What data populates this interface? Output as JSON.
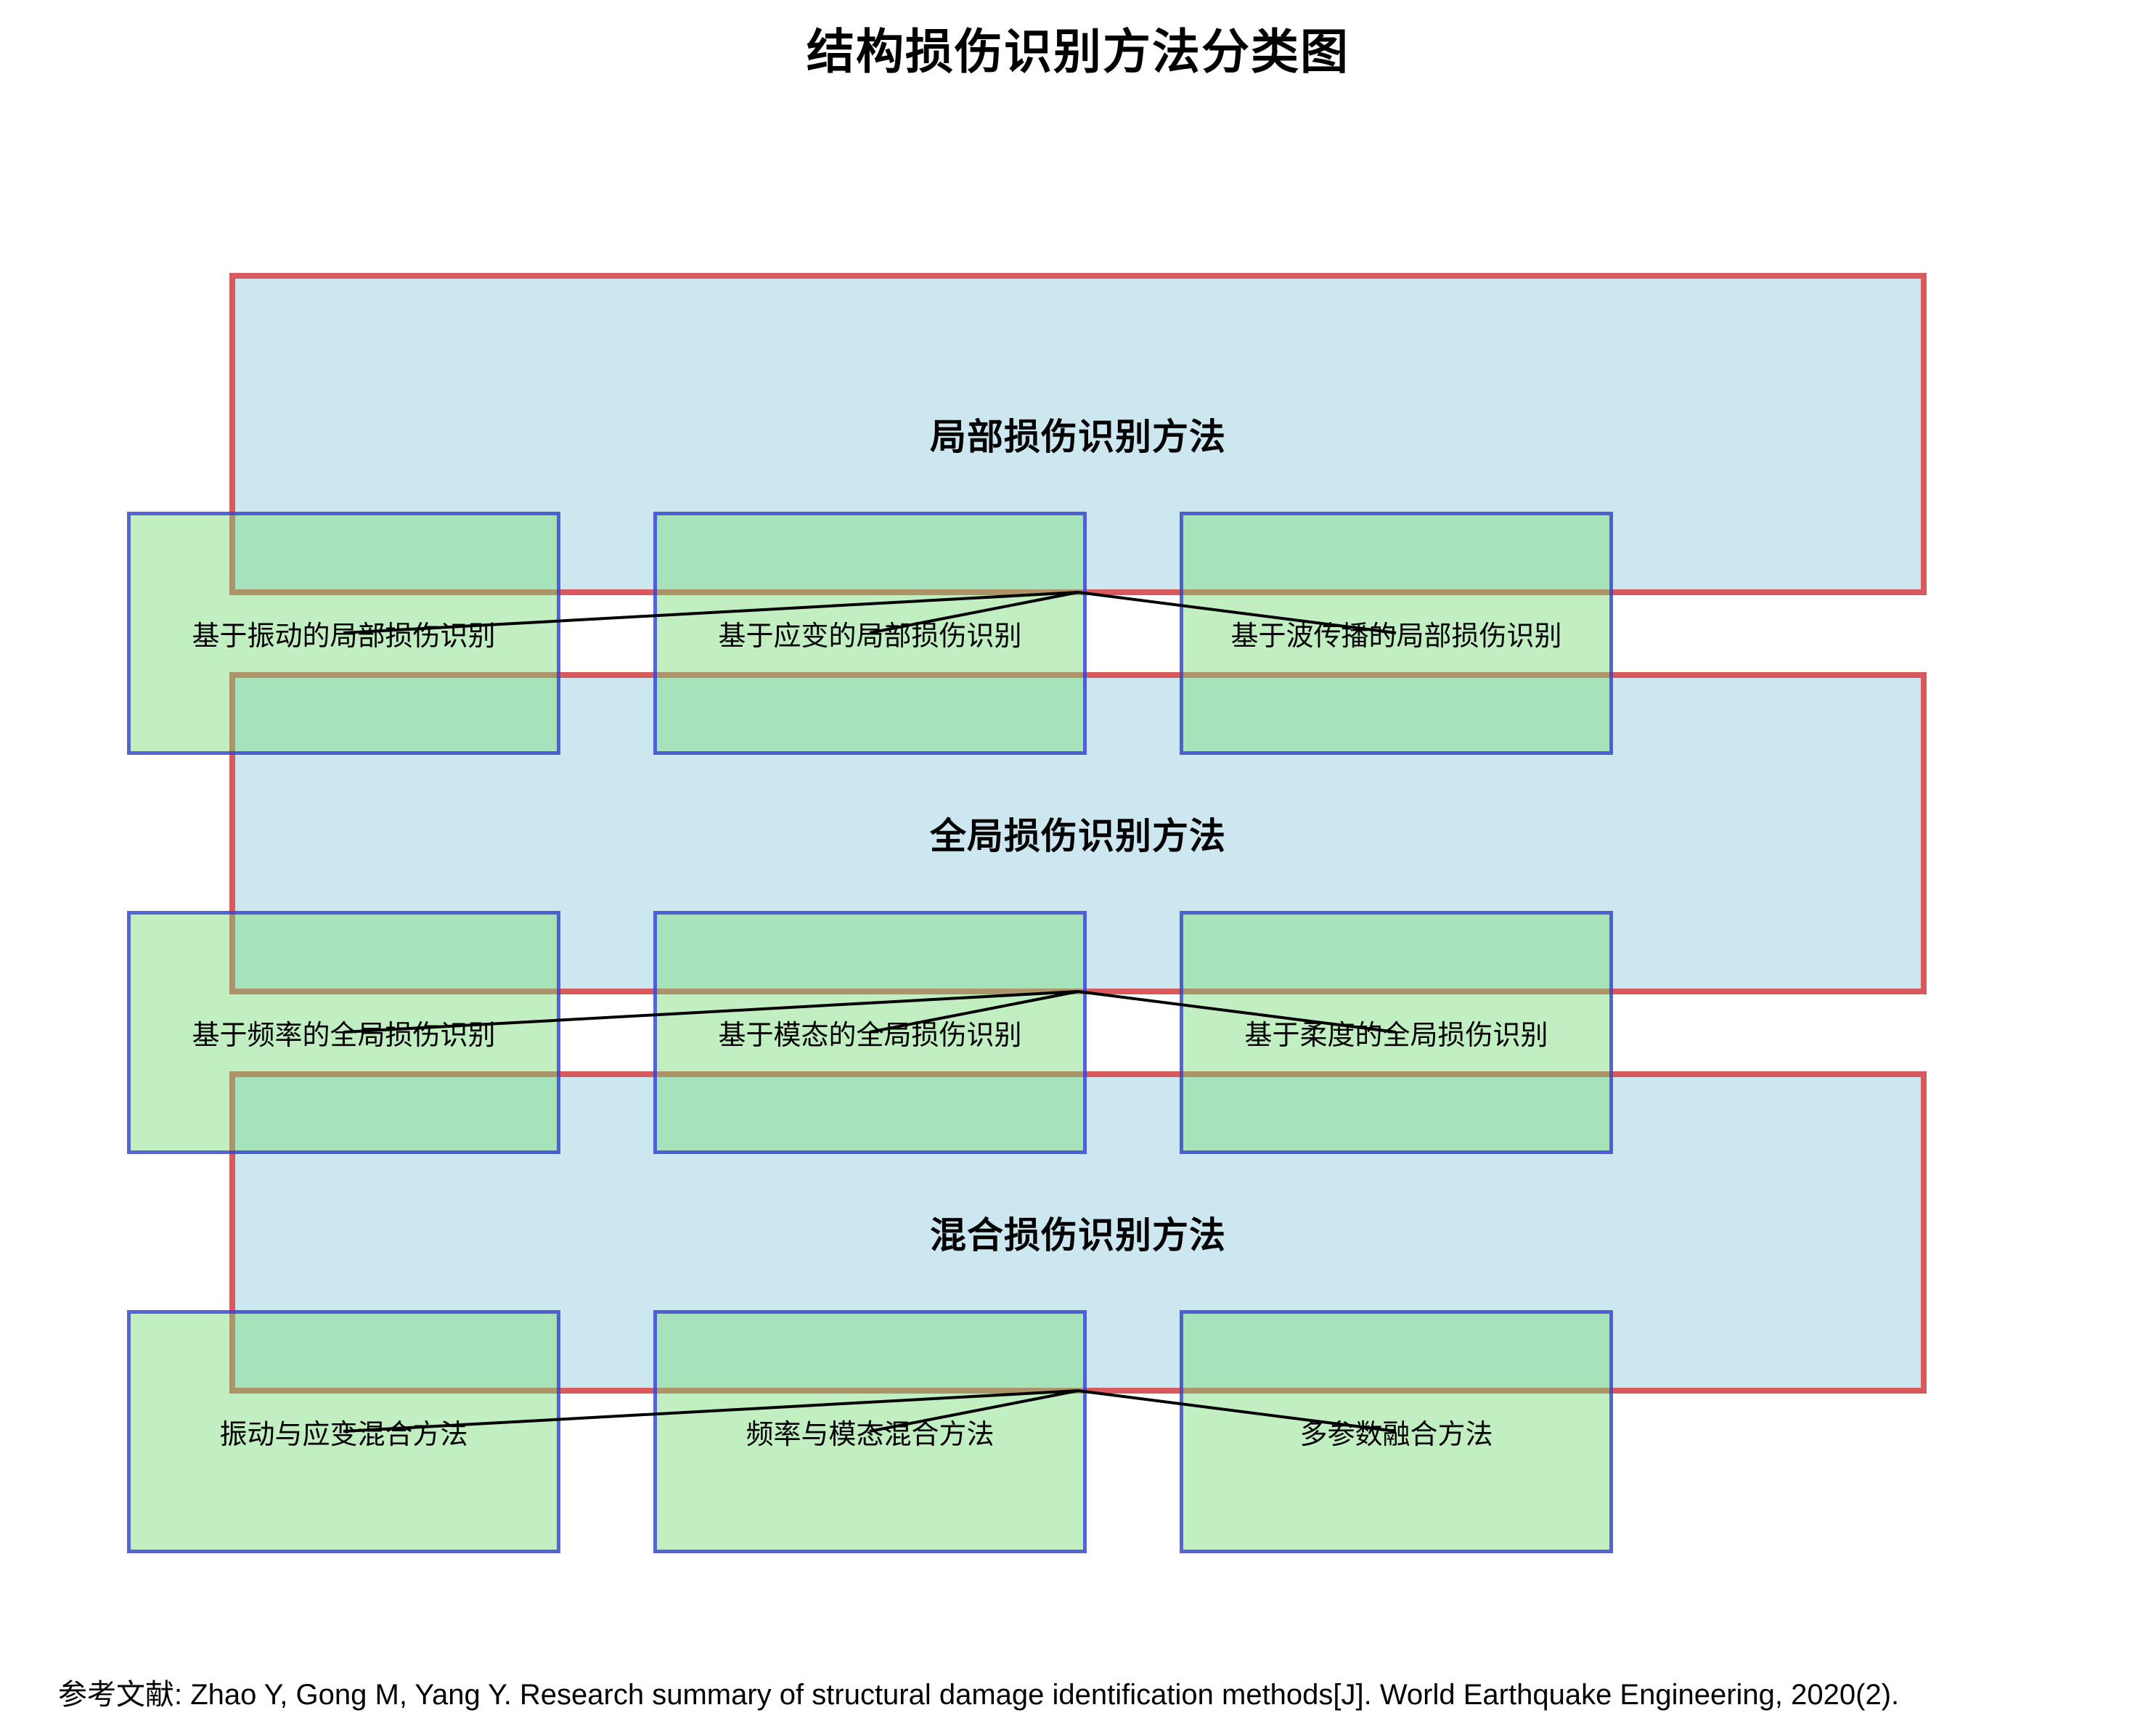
{
  "title": "结构损伤识别方法分类图",
  "groups": [
    {
      "label": "局部损伤识别方法",
      "children": [
        "基于振动的局部损伤识别",
        "基于应变的局部损伤识别",
        "基于波传播的局部损伤识别"
      ]
    },
    {
      "label": "全局损伤识别方法",
      "children": [
        "基于频率的全局损伤识别",
        "基于模态的全局损伤识别",
        "基于柔度的全局损伤识别"
      ]
    },
    {
      "label": "混合损伤识别方法",
      "children": [
        "振动与应变混合方法",
        "频率与模态混合方法",
        "多参数融合方法"
      ]
    }
  ],
  "reference": "参考文献: Zhao Y, Gong M, Yang Y. Research summary of structural damage identification methods[J]. World Earthquake Engineering, 2020(2).",
  "colors": {
    "category_fill": "#cce6f0",
    "category_border": "#e36060",
    "method_fill": "#c2efc2",
    "method_border": "#6868e9",
    "connector": "#000000",
    "text": "#000000",
    "background": "#ffffff"
  }
}
